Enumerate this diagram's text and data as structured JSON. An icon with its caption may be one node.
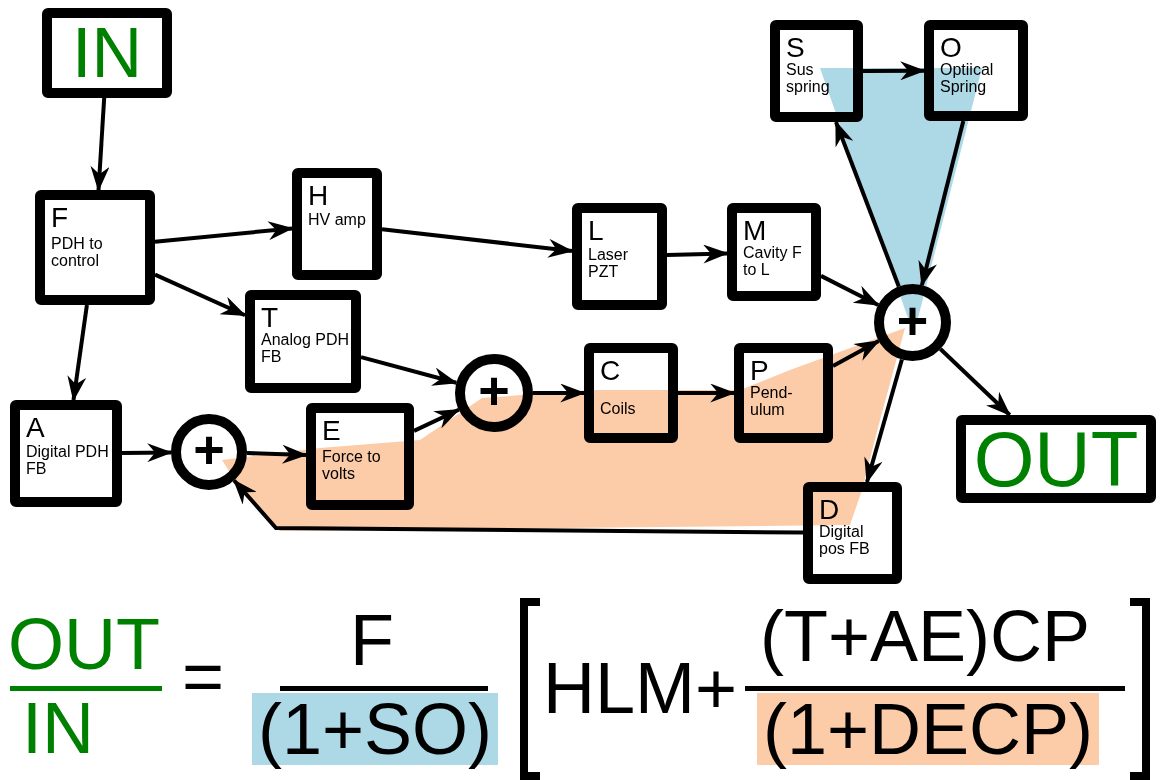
{
  "diagram": {
    "nodes": [
      {
        "text": [
          "IN"
        ]
      },
      {
        "text": [
          "F",
          "PDH to control"
        ]
      },
      {
        "text": [
          "H",
          "HV amp"
        ]
      },
      {
        "text": [
          "T",
          "Analog PDH FB"
        ]
      },
      {
        "text": [
          "A",
          "Digital PDH FB"
        ]
      },
      {
        "text": [
          "+"
        ]
      },
      {
        "text": [
          "E",
          "Force to volts"
        ]
      },
      {
        "text": [
          "+"
        ]
      },
      {
        "text": [
          "L",
          "Laser PZT"
        ]
      },
      {
        "text": [
          "C",
          "Coils"
        ]
      },
      {
        "text": [
          "M",
          "Cavity F to L"
        ]
      },
      {
        "text": [
          "P",
          "Pend- ulum"
        ]
      },
      {
        "text": [
          "S",
          "Sus spring"
        ]
      },
      {
        "text": [
          "O",
          "Optiical Spring"
        ]
      },
      {
        "text": [
          "+"
        ]
      },
      {
        "text": [
          "OUT"
        ]
      },
      {
        "text": [
          "D",
          "Digital pos FB"
        ]
      }
    ],
    "edges": [
      {
        "from": 0,
        "to": 1,
        "arrow": "to"
      },
      {
        "from": 1,
        "to": 2,
        "arrow": "to"
      },
      {
        "from": 1,
        "to": 3,
        "arrow": "to"
      },
      {
        "from": 1,
        "to": 4,
        "arrow": "to"
      },
      {
        "from": 2,
        "to": 8,
        "arrow": "to"
      },
      {
        "from": 3,
        "to": 7,
        "arrow": "to"
      },
      {
        "from": 4,
        "to": 5,
        "arrow": "to"
      },
      {
        "from": 5,
        "to": 6,
        "arrow": "to"
      },
      {
        "from": 6,
        "to": 7,
        "arrow": "to"
      },
      {
        "from": 7,
        "to": 9,
        "arrow": "to"
      },
      {
        "from": 8,
        "to": 10,
        "arrow": "to"
      },
      {
        "from": 9,
        "to": 11,
        "arrow": "to"
      },
      {
        "from": 10,
        "to": 14,
        "arrow": "to"
      },
      {
        "from": 11,
        "to": 14,
        "arrow": "to"
      },
      {
        "from": 14,
        "to": 12,
        "arrow": "to"
      },
      {
        "from": 12,
        "to": 13,
        "arrow": "to"
      },
      {
        "from": 13,
        "to": 14,
        "arrow": "to"
      },
      {
        "from": 14,
        "to": 15,
        "arrow": "to"
      },
      {
        "from": 14,
        "to": 16,
        "arrow": "to"
      },
      {
        "from": 16,
        "to": 5,
        "arrow": "to"
      }
    ],
    "labels": [
      "OUT",
      "IN",
      "=",
      "F",
      "(1+SO)",
      "HLM+",
      "(T+AE)CP",
      "(1+DECP)"
    ]
  }
}
